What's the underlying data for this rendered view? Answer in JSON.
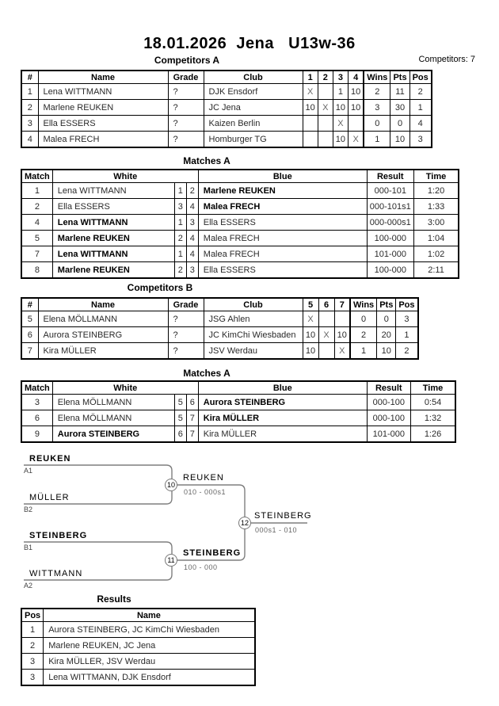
{
  "page": {
    "title": "18.01.2026  Jena   U13w-36",
    "competitors_count": "Competitors: 7"
  },
  "colors": {
    "text": "#000000",
    "bracket_line": "#7f7f7f",
    "muted": "#666666"
  },
  "competitors_a": {
    "heading": "Competitors A",
    "columns": [
      "#",
      "Name",
      "Grade",
      "Club",
      "1",
      "2",
      "3",
      "4",
      "Wins",
      "Pts",
      "Pos"
    ],
    "rows": [
      [
        "1",
        "Lena WITTMANN",
        "?",
        "DJK Ensdorf",
        "X",
        "",
        "1",
        "10",
        "2",
        "11",
        "2"
      ],
      [
        "2",
        "Marlene REUKEN",
        "?",
        "JC Jena",
        "10",
        "X",
        "10",
        "10",
        "3",
        "30",
        "1"
      ],
      [
        "3",
        "Ella ESSERS",
        "?",
        "Kaizen Berlin",
        "",
        "",
        "X",
        "",
        "0",
        "0",
        "4"
      ],
      [
        "4",
        "Malea FRECH",
        "?",
        "Homburger TG",
        "",
        "",
        "10",
        "X",
        "1",
        "10",
        "3"
      ]
    ]
  },
  "matches_a": {
    "heading": "Matches A",
    "header": [
      "Match",
      "White",
      "Blue",
      "Result",
      "Time"
    ],
    "rows": [
      {
        "match": "1",
        "white": "Lena WITTMANN",
        "white_win": false,
        "n1": "1",
        "n2": "2",
        "blue": "Marlene REUKEN",
        "blue_win": true,
        "result": "000-101",
        "time": "1:20"
      },
      {
        "match": "2",
        "white": "Ella ESSERS",
        "white_win": false,
        "n1": "3",
        "n2": "4",
        "blue": "Malea FRECH",
        "blue_win": true,
        "result": "000-101s1",
        "time": "1:33"
      },
      {
        "match": "4",
        "white": "Lena WITTMANN",
        "white_win": true,
        "n1": "1",
        "n2": "3",
        "blue": "Ella ESSERS",
        "blue_win": false,
        "result": "000-000s1",
        "time": "3:00"
      },
      {
        "match": "5",
        "white": "Marlene REUKEN",
        "white_win": true,
        "n1": "2",
        "n2": "4",
        "blue": "Malea FRECH",
        "blue_win": false,
        "result": "100-000",
        "time": "1:04"
      },
      {
        "match": "7",
        "white": "Lena WITTMANN",
        "white_win": true,
        "n1": "1",
        "n2": "4",
        "blue": "Malea FRECH",
        "blue_win": false,
        "result": "101-000",
        "time": "1:02"
      },
      {
        "match": "8",
        "white": "Marlene REUKEN",
        "white_win": true,
        "n1": "2",
        "n2": "3",
        "blue": "Ella ESSERS",
        "blue_win": false,
        "result": "100-000",
        "time": "2:11"
      }
    ]
  },
  "competitors_b": {
    "heading": "Competitors B",
    "columns": [
      "#",
      "Name",
      "Grade",
      "Club",
      "5",
      "6",
      "7",
      "Wins",
      "Pts",
      "Pos"
    ],
    "rows": [
      [
        "5",
        "Elena MÖLLMANN",
        "?",
        "JSG Ahlen",
        "X",
        "",
        "",
        "0",
        "0",
        "3"
      ],
      [
        "6",
        "Aurora STEINBERG",
        "?",
        "JC KimChi Wiesbaden",
        "10",
        "X",
        "10",
        "2",
        "20",
        "1"
      ],
      [
        "7",
        "Kira MÜLLER",
        "?",
        "JSV Werdau",
        "10",
        "",
        "X",
        "1",
        "10",
        "2"
      ]
    ]
  },
  "matches_b": {
    "heading": "Matches A",
    "header": [
      "Match",
      "White",
      "Blue",
      "Result",
      "Time"
    ],
    "rows": [
      {
        "match": "3",
        "white": "Elena MÖLLMANN",
        "white_win": false,
        "n1": "5",
        "n2": "6",
        "blue": "Aurora STEINBERG",
        "blue_win": true,
        "result": "000-100",
        "time": "0:54"
      },
      {
        "match": "6",
        "white": "Elena MÖLLMANN",
        "white_win": false,
        "n1": "5",
        "n2": "7",
        "blue": "Kira MÜLLER",
        "blue_win": true,
        "result": "000-100",
        "time": "1:32"
      },
      {
        "match": "9",
        "white": "Aurora STEINBERG",
        "white_win": true,
        "n1": "6",
        "n2": "7",
        "blue": "Kira MÜLLER",
        "blue_win": false,
        "result": "101-000",
        "time": "1:26"
      }
    ]
  },
  "bracket": {
    "slots": [
      {
        "name": "REUKEN",
        "seed": "A1"
      },
      {
        "name": "MÜLLER",
        "seed": "B2"
      },
      {
        "name": "STEINBERG",
        "seed": "B1"
      },
      {
        "name": "WITTMANN",
        "seed": "A2"
      }
    ],
    "matches": [
      {
        "number": "10",
        "winner": "REUKEN",
        "result": "010 - 000s1"
      },
      {
        "number": "11",
        "winner": "STEINBERG",
        "result": "100 - 000"
      },
      {
        "number": "12",
        "winner": "STEINBERG",
        "result": "000s1 - 010"
      }
    ]
  },
  "results": {
    "heading": "Results",
    "columns": [
      "Pos",
      "Name"
    ],
    "rows": [
      [
        "1",
        "Aurora STEINBERG, JC KimChi Wiesbaden"
      ],
      [
        "2",
        "Marlene REUKEN, JC Jena"
      ],
      [
        "3",
        "Kira MÜLLER, JSV Werdau"
      ],
      [
        "3",
        "Lena WITTMANN, DJK Ensdorf"
      ]
    ]
  }
}
